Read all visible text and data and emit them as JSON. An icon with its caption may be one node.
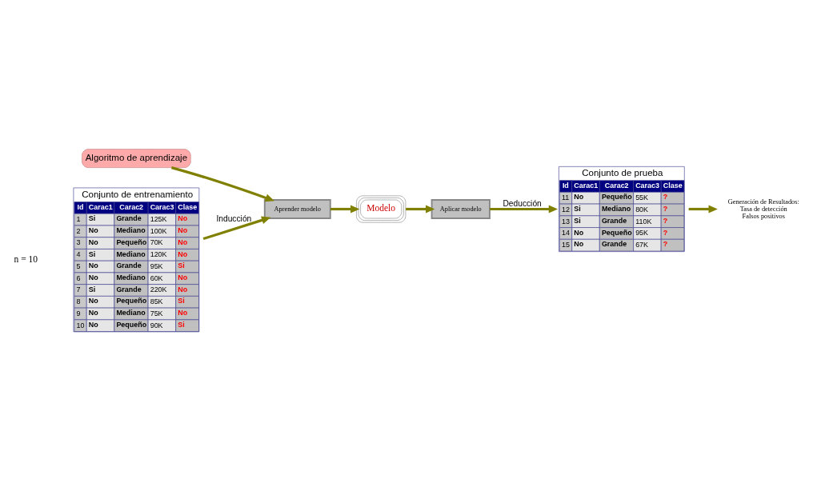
{
  "diagram": {
    "nodes": [
      {
        "text": [
          "Conjunto de entrenamiento",
          "Id",
          "Carac1",
          "Carac2",
          "Carac3",
          "Clase",
          "1",
          "Si",
          "Grande",
          "125K",
          "No",
          "2",
          "No",
          "Mediano",
          "100K",
          "No",
          "3",
          "No",
          "Pequeño",
          "70K",
          "No",
          "4",
          "Si",
          "Mediano",
          "120K",
          "No",
          "5",
          "No",
          "Grande",
          "95K",
          "Si",
          "6",
          "No",
          "Mediano",
          "60K",
          "No",
          "7",
          "Si",
          "Grande",
          "220K",
          "No",
          "8",
          "No",
          "Pequeño",
          "85K",
          "Si",
          "9",
          "No",
          "Mediano",
          "75K",
          "No",
          "10",
          "No",
          "Pequeño",
          "90K",
          "Si"
        ]
      },
      {
        "text": [
          "Algoritmo de aprendizaje"
        ]
      },
      {
        "text": [
          "Aprender modelo"
        ]
      },
      {
        "text": [
          "Modelo"
        ]
      },
      {
        "text": [
          "Aplicar modelo"
        ]
      },
      {
        "text": [
          "Conjunto de prueba",
          "Id",
          "Carac1",
          "Carac2",
          "Carac3",
          "Clase",
          "11",
          "No",
          "Pequeño",
          "55K",
          "?",
          "12",
          "Si",
          "Mediano",
          "80K",
          "?",
          "13",
          "Si",
          "Grande",
          "110K",
          "?",
          "14",
          "No",
          "Pequeño",
          "95K",
          "?",
          "15",
          "No",
          "Grande",
          "67K",
          "?"
        ]
      },
      {
        "text": [
          "Generación de Resultados:",
          "Tasa de detección",
          "Falsos positivos"
        ]
      }
    ],
    "edges": [
      {
        "from": 0,
        "to": 2,
        "arrow": "to",
        "label": "Inducción"
      },
      {
        "from": 1,
        "to": 2,
        "arrow": "to"
      },
      {
        "from": 2,
        "to": 3,
        "arrow": "to"
      },
      {
        "from": 3,
        "to": 4,
        "arrow": "to"
      },
      {
        "from": 4,
        "to": 5,
        "arrow": "to",
        "label": "Deducción"
      },
      {
        "from": 5,
        "to": 6,
        "arrow": "to"
      }
    ],
    "labels": [
      "n = 10"
    ]
  }
}
